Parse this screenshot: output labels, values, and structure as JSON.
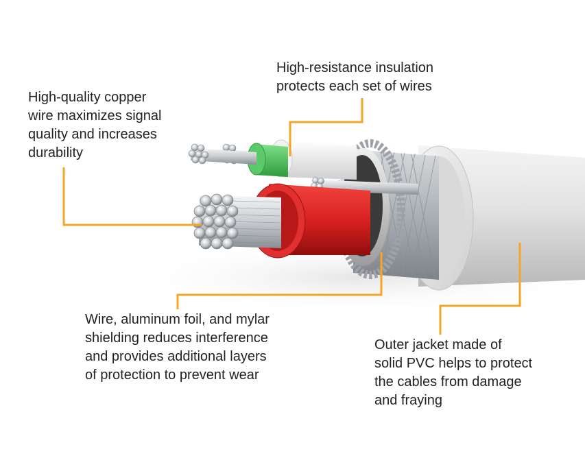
{
  "colors": {
    "leader_line": "#f5a623",
    "text": "#222222",
    "red_insulation": "#d61f1f",
    "green_insulation": "#39b54a",
    "jacket": "#e8e8e8",
    "copper_strand": "#c8ccd0"
  },
  "callouts": {
    "copper": {
      "lines": [
        "High-quality copper",
        "wire maximizes signal",
        "quality and increases",
        "durability"
      ]
    },
    "insulation": {
      "lines": [
        "High-resistance insulation",
        "protects each set of wires"
      ]
    },
    "shielding": {
      "lines": [
        "Wire, aluminum foil, and mylar",
        "shielding reduces interference",
        "and provides additional layers",
        "of protection to prevent wear"
      ]
    },
    "jacket": {
      "lines": [
        "Outer jacket made of",
        "solid PVC helps to protect",
        "the cables from damage",
        "and fraying"
      ]
    }
  }
}
